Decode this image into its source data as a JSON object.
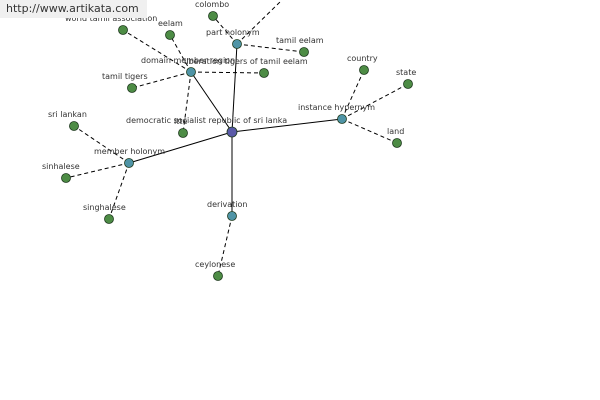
{
  "watermark": "http://www.artikata.com",
  "colors": {
    "center": "#5a5aa8",
    "relation": "#4f94a6",
    "leaf": "#4d8c45",
    "stroke": "#1e3a1e"
  },
  "graph": {
    "center": {
      "id": "c",
      "label": "democratic socialist republic of sri lanka"
    },
    "relations": [
      {
        "id": "r_part",
        "label": "part holonym"
      },
      {
        "id": "r_domain",
        "label": "domain member region"
      },
      {
        "id": "r_instance",
        "label": "instance hypernym"
      },
      {
        "id": "r_member",
        "label": "member holonym"
      },
      {
        "id": "r_deriv",
        "label": "derivation"
      }
    ],
    "leaves": [
      {
        "id": "l_colombo",
        "label": "colombo",
        "relation": "r_part"
      },
      {
        "id": "l_tamileelam",
        "label": "tamil eelam",
        "relation": "r_part"
      },
      {
        "id": "l_wtamil",
        "label": "world tamil association",
        "relation": "r_domain"
      },
      {
        "id": "l_eelam",
        "label": "eelam",
        "relation": "r_domain"
      },
      {
        "id": "l_liberation",
        "label": "liberation tigers of tamil eelam",
        "relation": "r_domain"
      },
      {
        "id": "l_tamiltigers",
        "label": "tamil tigers",
        "relation": "r_domain"
      },
      {
        "id": "l_ltte",
        "label": "ltte",
        "relation": "r_domain"
      },
      {
        "id": "l_country",
        "label": "country",
        "relation": "r_instance"
      },
      {
        "id": "l_state",
        "label": "state",
        "relation": "r_instance"
      },
      {
        "id": "l_land",
        "label": "land",
        "relation": "r_instance"
      },
      {
        "id": "l_srilankan",
        "label": "sri lankan",
        "relation": "r_member"
      },
      {
        "id": "l_sinhalese",
        "label": "sinhalese",
        "relation": "r_member"
      },
      {
        "id": "l_singhalese",
        "label": "singhalese",
        "relation": "r_member"
      },
      {
        "id": "l_ceylonese",
        "label": "ceylonese",
        "relation": "r_deriv"
      }
    ]
  }
}
